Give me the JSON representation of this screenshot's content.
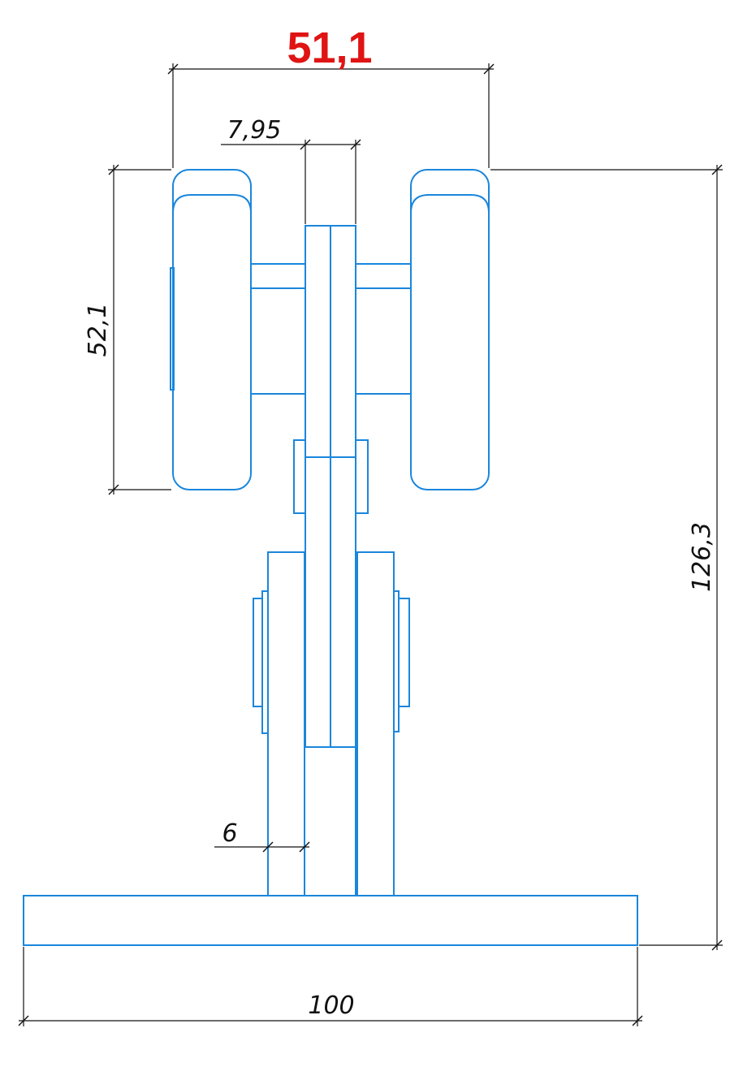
{
  "dimensions": {
    "overall_wheel_width": "51,1",
    "plate_thickness": "7,95",
    "wheel_height": "52,1",
    "total_height": "126,3",
    "bracket_thickness": "6",
    "base_width": "100"
  },
  "colors": {
    "part_lines": "#1a86dc",
    "dimension_lines": "#111111",
    "highlight": "#e01414"
  }
}
